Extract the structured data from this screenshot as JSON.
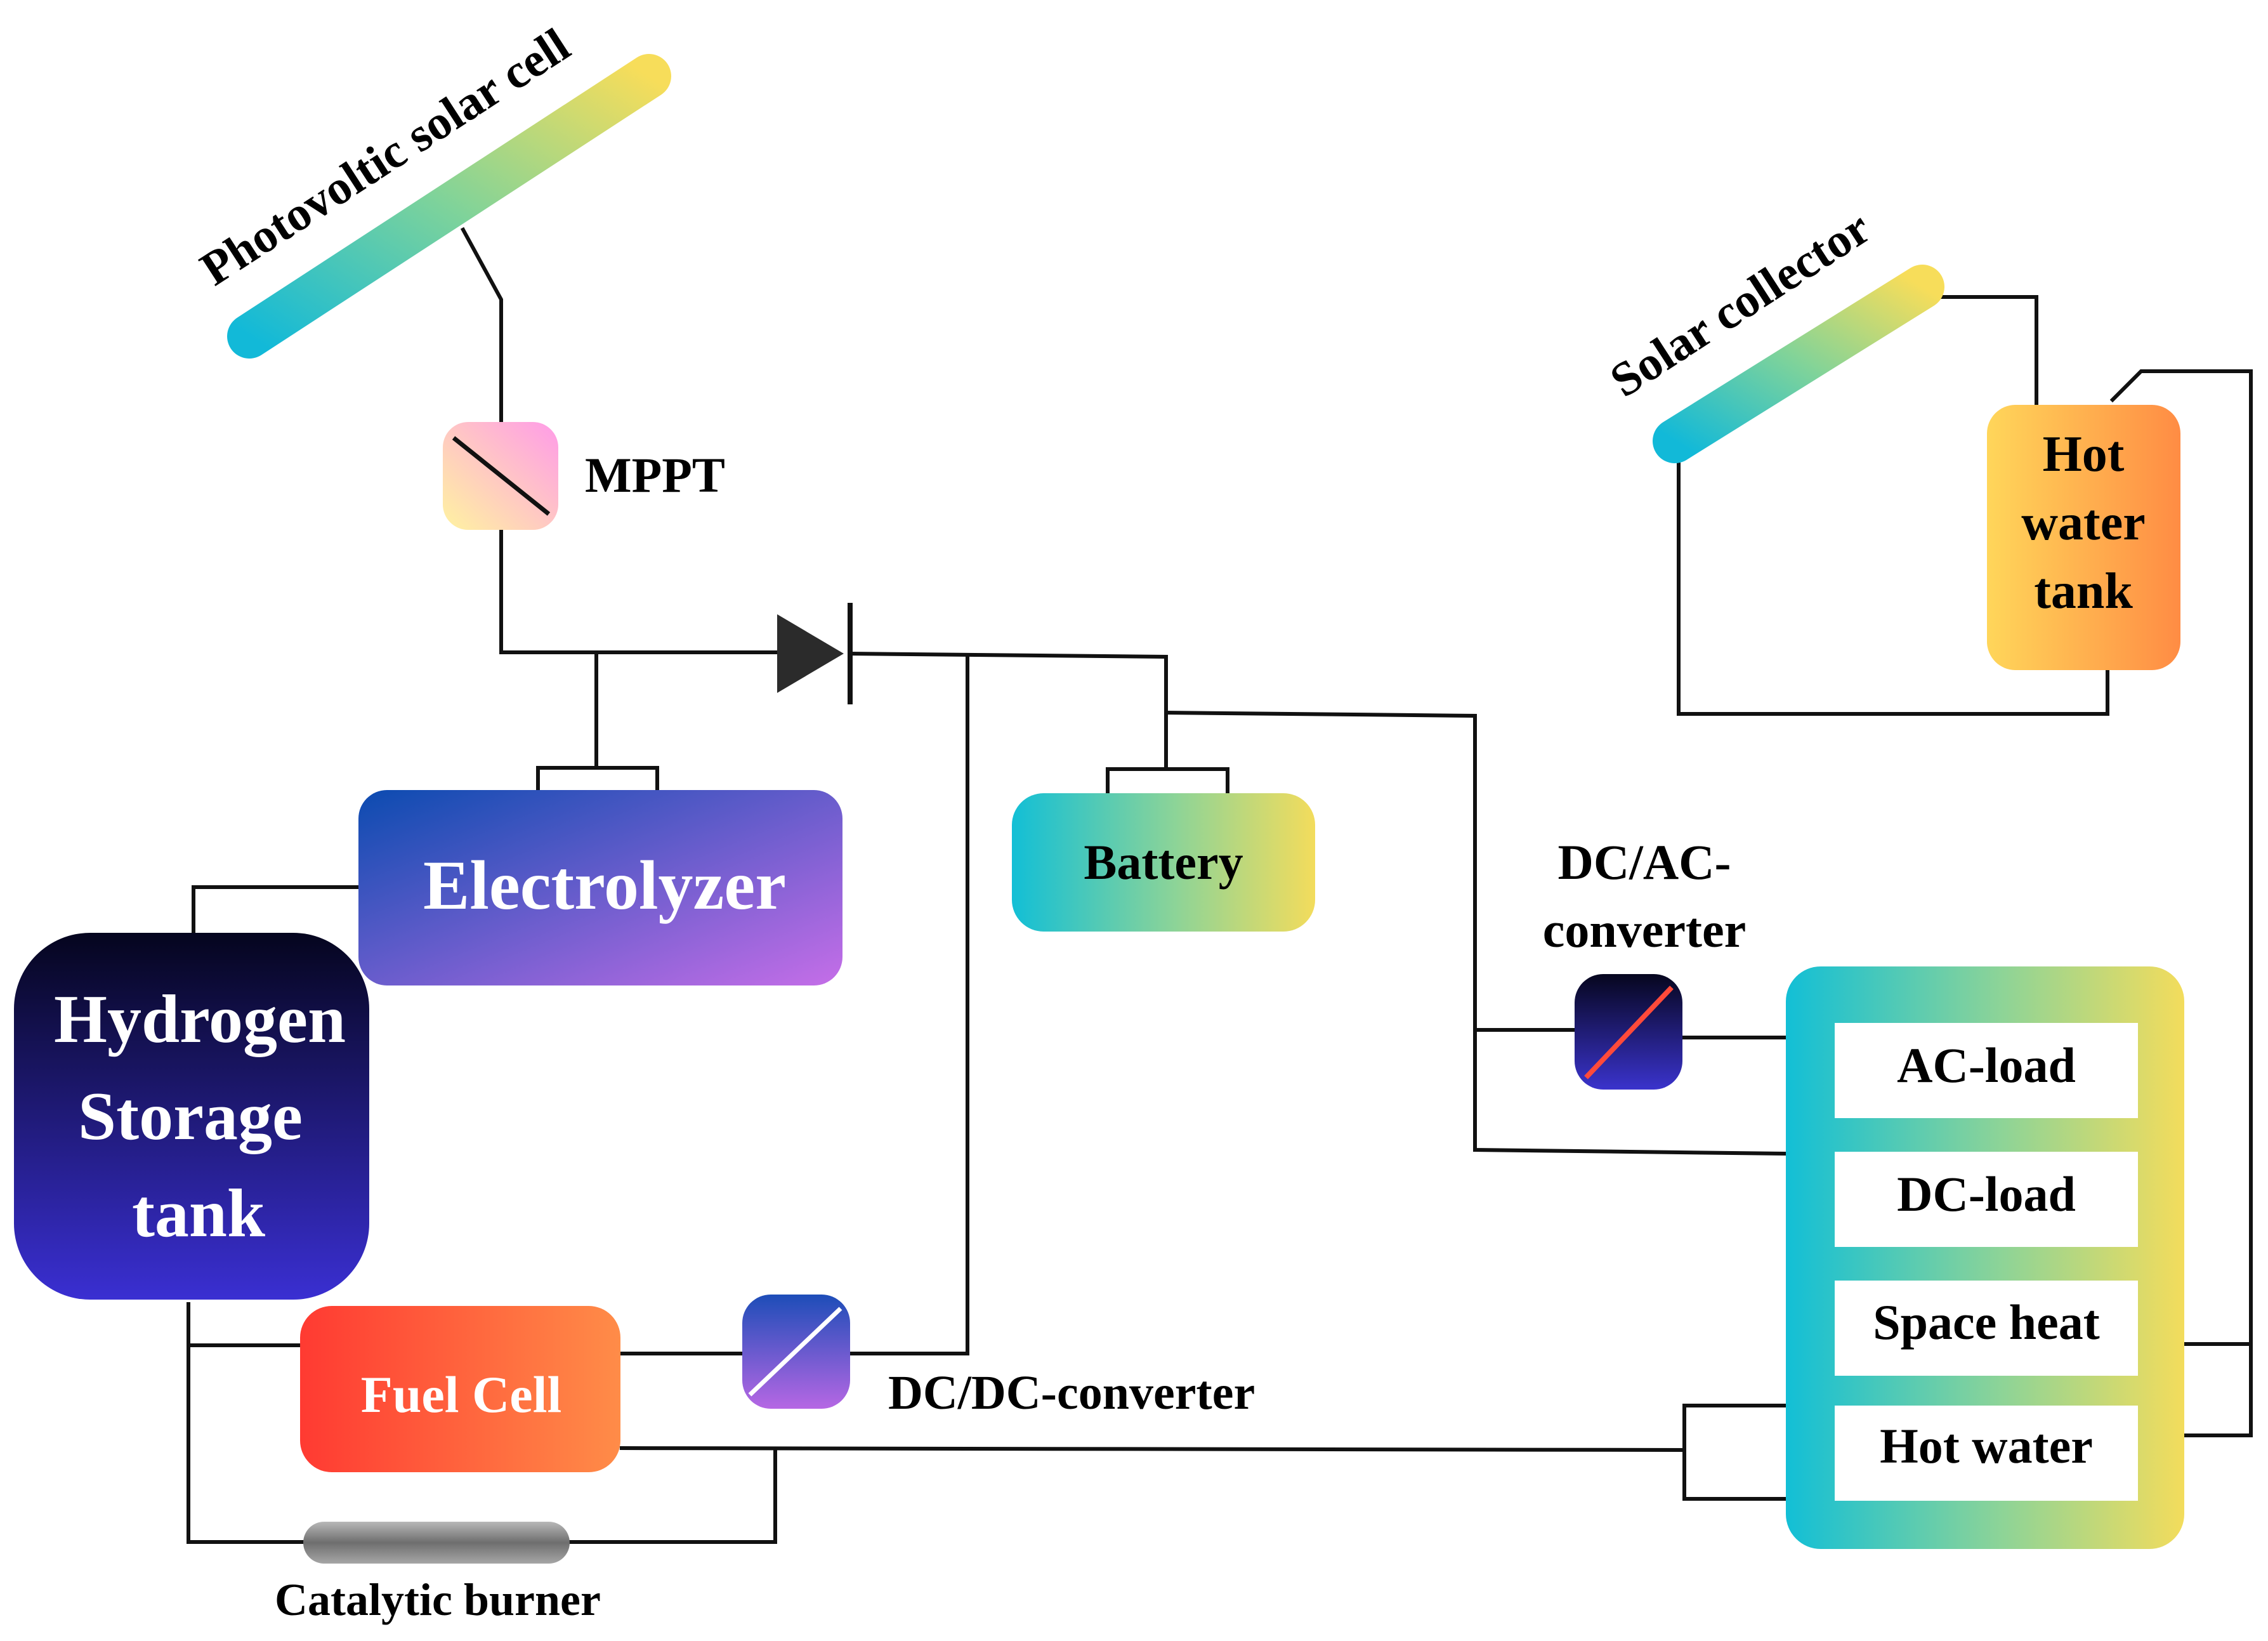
{
  "components": {
    "pv": "Photovoltic solar cell",
    "mppt": "MPPT",
    "solar_collector": "Solar collector",
    "hot_water_tank": [
      "Hot",
      "water",
      "tank"
    ],
    "electrolyzer": "Electrolyzer",
    "battery": "Battery",
    "dcac": [
      "DC/AC-",
      "converter"
    ],
    "storage": [
      "Hydrogen",
      "Storage",
      "tank"
    ],
    "fuel_cell": "Fuel Cell",
    "dcdc": "DC/DC-converter",
    "burner": "Catalytic burner"
  },
  "loads": [
    "AC-load",
    "DC-load",
    "Space heat",
    "Hot water"
  ],
  "colors": {
    "wire": "#111111",
    "pv_start": "#12b9d8",
    "pv_mid": "#7fd39a",
    "pv_end": "#f7dd5a",
    "electrolyzer_start": "#0b4bb0",
    "electrolyzer_end": "#c56ee8",
    "storage_top": "#05051e",
    "storage_bottom": "#3a2fd2",
    "fuel_cell_start": "#ff3a32",
    "fuel_cell_end": "#ff8c48",
    "hot_tank_start": "#ffd65a",
    "hot_tank_end": "#ff8c44",
    "burner": "#8a8a8a"
  }
}
